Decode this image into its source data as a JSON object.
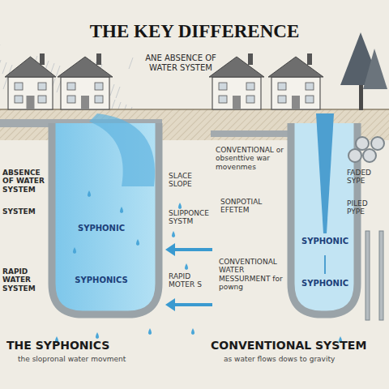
{
  "diagram": {
    "title": "THE KEY DIFFERENCE",
    "labels": [
      "ANE ABSENCE OF WATER SYSTEM",
      "ABSENCE OF WATER SYSTEM",
      "SYSTEM",
      "RAPID WATER SYSTEM",
      "SYPHONIC",
      "SYPHONICS",
      "SLACE SLOPE",
      "SLIPPONCE SYSTM",
      "RAPID MOTER S",
      "CONVENTIONAL or obsenttive war movenmes",
      "SONPOTIAL EFETEM",
      "CONVENTIONAL WATER MESSURMENT for powng",
      "SYPHONIC",
      "SYPHONIC",
      "FADED SYPE",
      "PILED PYPE",
      "THE SYPHONICS",
      "the slopronal water movment",
      "CONVENTIONAL SYSTEM",
      "as water flows dows to gravity"
    ]
  }
}
